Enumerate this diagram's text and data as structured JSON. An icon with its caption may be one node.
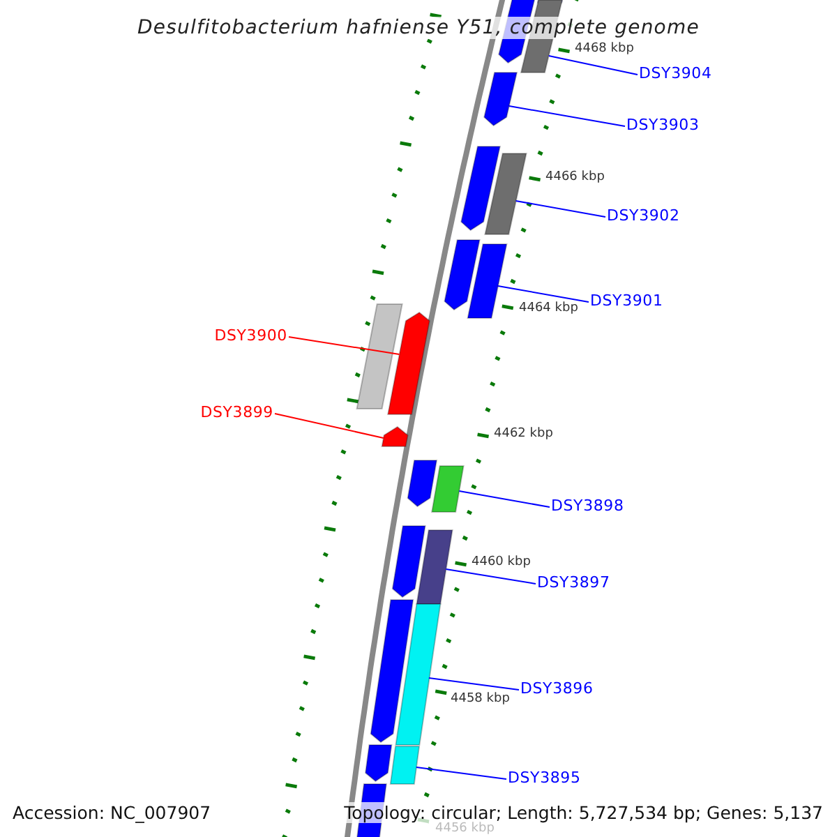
{
  "diagram": {
    "title": "Desulfitobacterium hafniense Y51, complete genome",
    "nodes": [
      {
        "text": [
          "DSY3904"
        ]
      },
      {
        "text": [
          "DSY3903"
        ]
      },
      {
        "text": [
          "DSY3902"
        ]
      },
      {
        "text": [
          "DSY3901"
        ]
      },
      {
        "text": [
          "DSY3900"
        ]
      },
      {
        "text": [
          "DSY3899"
        ]
      },
      {
        "text": [
          "DSY3898"
        ]
      },
      {
        "text": [
          "DSY3897"
        ]
      },
      {
        "text": [
          "DSY3896"
        ]
      },
      {
        "text": [
          "DSY3895"
        ]
      },
      {
        "text": [],
        "shape": "bar"
      },
      {
        "text": [],
        "shape": "bar"
      },
      {
        "text": [],
        "shape": "bar"
      },
      {
        "text": [],
        "shape": "bar"
      },
      {
        "text": [],
        "shape": "bar"
      },
      {
        "text": [],
        "shape": "bar"
      },
      {
        "text": [],
        "shape": "bar"
      },
      {
        "text": [],
        "shape": "bar"
      },
      {
        "text": [],
        "shape": "bar"
      },
      {
        "text": [],
        "shape": "bar"
      }
    ],
    "edges": [
      {
        "from": 0,
        "to": 10,
        "arrow": "none"
      },
      {
        "from": 1,
        "to": 11,
        "arrow": "none"
      },
      {
        "from": 2,
        "to": 12,
        "arrow": "none"
      },
      {
        "from": 3,
        "to": 13,
        "arrow": "none"
      },
      {
        "from": 4,
        "to": 14,
        "arrow": "none",
        "color": "#ff0000"
      },
      {
        "from": 5,
        "to": 15,
        "arrow": "none",
        "color": "#ff0000"
      },
      {
        "from": 6,
        "to": 16,
        "arrow": "none"
      },
      {
        "from": 7,
        "to": 17,
        "arrow": "none"
      },
      {
        "from": 8,
        "to": 18,
        "arrow": "none"
      },
      {
        "from": 9,
        "to": 19,
        "arrow": "none"
      }
    ],
    "labels": [
      "4468 kbp",
      "4466 kbp",
      "4464 kbp",
      "4462 kbp",
      "4460 kbp",
      "4458 kbp",
      "Accession: NC_007907",
      "Topology: circular; Length: 5,727,534 bp; Genes: 5,137",
      "4456 kbp"
    ]
  }
}
